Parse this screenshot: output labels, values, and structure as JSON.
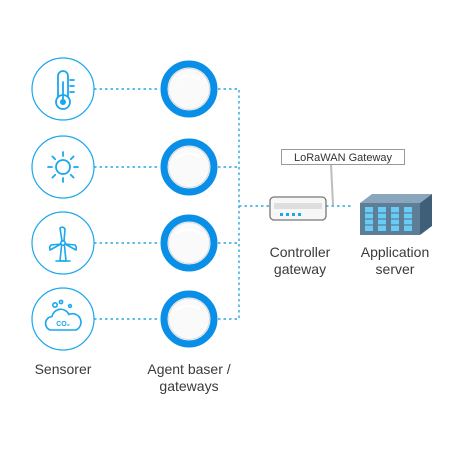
{
  "labels": {
    "sensors": "Sensorer",
    "agents_line1": "Agent baser /",
    "agents_line2": "gateways",
    "controller_line1": "Controller",
    "controller_line2": "gateway",
    "app_line1": "Application",
    "app_line2": "server",
    "lorawan": "LoRaWAN Gateway",
    "co2": "CO₂"
  },
  "sensors": [
    {
      "icon": "thermometer-icon"
    },
    {
      "icon": "sun-icon"
    },
    {
      "icon": "wind-turbine-icon"
    },
    {
      "icon": "co2-cloud-icon"
    }
  ],
  "colors": {
    "accent": "#1aa7ec",
    "ring": "#0a8fe8",
    "connector": "#2aa7df",
    "server": "#5e7e98",
    "text": "#3a3a3a"
  }
}
